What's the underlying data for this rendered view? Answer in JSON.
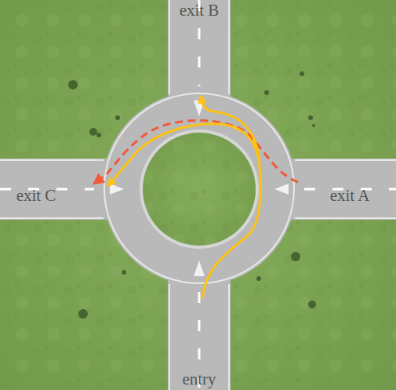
{
  "diagram": {
    "labels": [
      "exit B",
      "exit C",
      "exit A",
      "entry"
    ]
  }
}
